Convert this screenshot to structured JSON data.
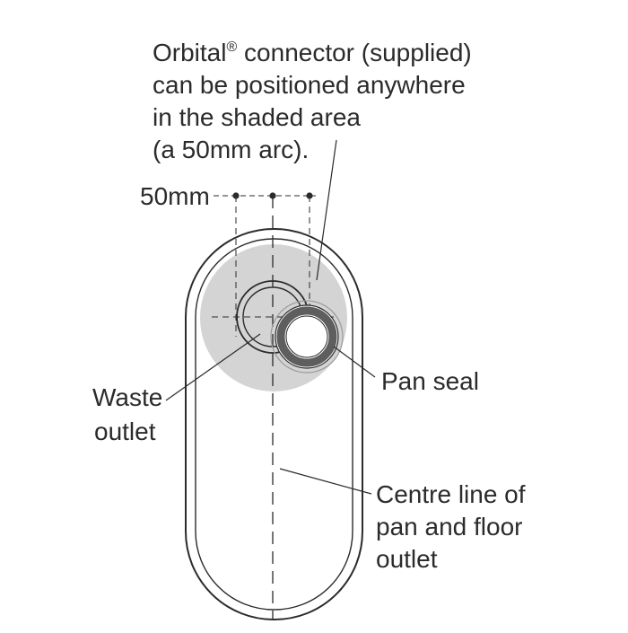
{
  "callout": {
    "line1_prefix": "Orbital",
    "line1_reg": "®",
    "line1_suffix": " connector (supplied)",
    "line2": "can be positioned anywhere",
    "line3": "in the shaded area",
    "line4": "(a 50mm arc)."
  },
  "dimension": {
    "label": "50mm"
  },
  "labels": {
    "pan_seal": "Pan seal",
    "waste_line1": "Waste",
    "waste_line2": "outlet",
    "centre_line1": "Centre line of",
    "centre_line2": "pan and floor",
    "centre_line3": "outlet"
  },
  "colors": {
    "shade": "#d4d4d4",
    "ink": "#2b2b2b",
    "seal": "#5e5e5e"
  }
}
